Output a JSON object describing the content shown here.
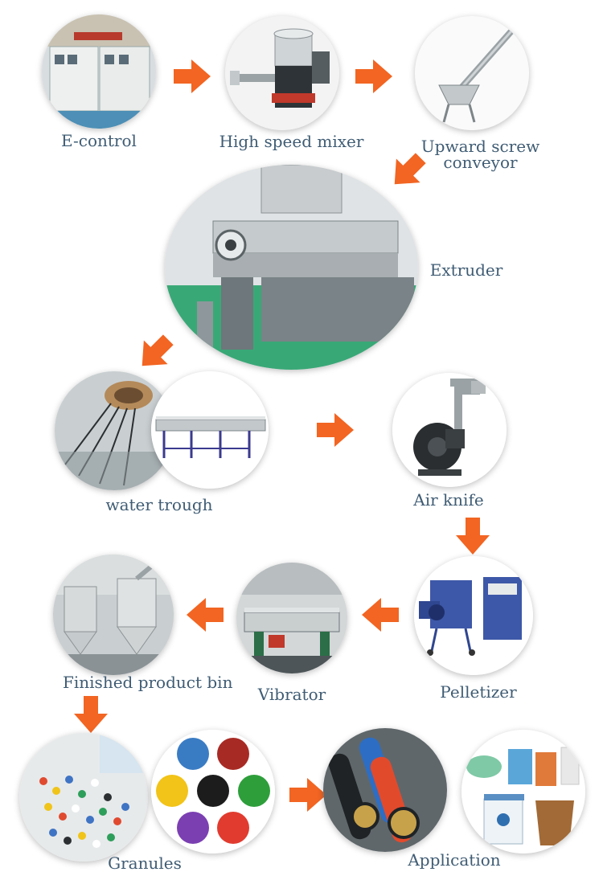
{
  "steps": {
    "e_control": "E-control",
    "mixer": "High speed mixer",
    "conveyor_line1": "Upward screw",
    "conveyor_line2": "conveyor",
    "extruder": "Extruder",
    "water_trough": "water trough",
    "air_knife": "Air  knife",
    "pelletizer": "Pelletizer",
    "vibrator": "Vibrator",
    "finished_bin": "Finished product bin",
    "granules": "Granules",
    "application": "Application"
  },
  "colors": {
    "arrow": "#f26522",
    "label_text": "#3f5c74"
  }
}
